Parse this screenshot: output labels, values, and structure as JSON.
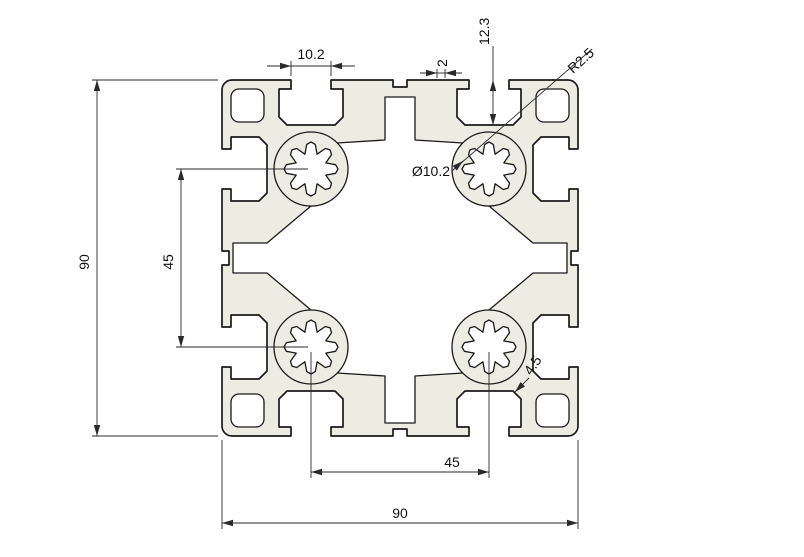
{
  "drawing": {
    "colors": {
      "background": "#ffffff",
      "profile_fill": "#edece3",
      "outline": "#1a1a1a",
      "dimension_lines": "#2a2a2a"
    },
    "dimensions": {
      "top_slot_width": "10.2",
      "lip_thickness": "2",
      "slot_depth": "12.3",
      "corner_radius": "R2.5",
      "bore_diameter": "Ø10.2",
      "overall_height": "90",
      "vertical_bore_spacing": "45",
      "wall_thickness": "4.5",
      "horizontal_bore_spacing": "45",
      "overall_width": "90"
    }
  }
}
